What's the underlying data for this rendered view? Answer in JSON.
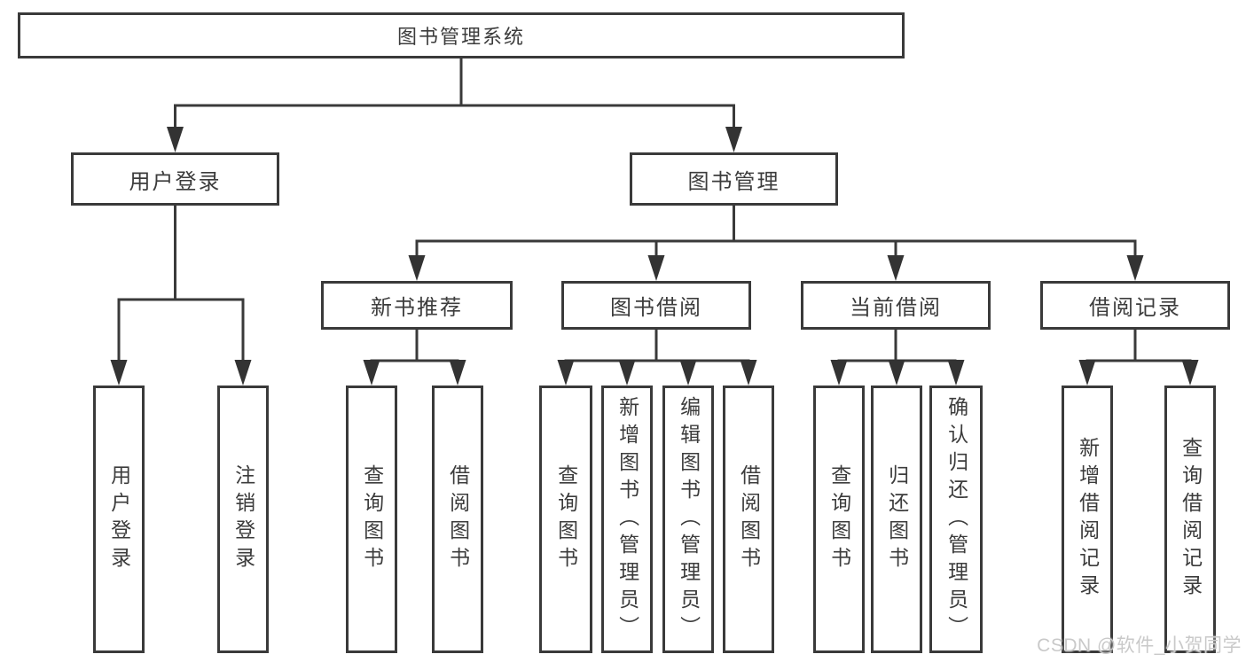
{
  "diagram": {
    "root": "图书管理系统",
    "level2": [
      "用户登录",
      "图书管理"
    ],
    "level3": [
      "新书推荐",
      "图书借阅",
      "当前借阅",
      "借阅记录"
    ],
    "leaves": [
      "用户登录",
      "注销登录",
      "查询图书",
      "借阅图书",
      "查询图书",
      "新增图书（管理员）",
      "编辑图书（管理员）",
      "借阅图书",
      "查询图书",
      "归还图书",
      "确认归还（管理员）",
      "新增借阅记录",
      "查询借阅记录"
    ],
    "tree": {
      "图书管理系统": {
        "用户登录": [
          "用户登录",
          "注销登录"
        ],
        "图书管理": {
          "新书推荐": [
            "查询图书",
            "借阅图书"
          ],
          "图书借阅": [
            "查询图书",
            "新增图书（管理员）",
            "编辑图书（管理员）",
            "借阅图书"
          ],
          "当前借阅": [
            "查询图书",
            "归还图书",
            "确认归还（管理员）"
          ],
          "借阅记录": [
            "新增借阅记录",
            "查询借阅记录"
          ]
        }
      }
    },
    "colors": {
      "line": "#3a3a3a",
      "text": "#3c3c3c",
      "background": "#ffffff",
      "watermark": "#c9c9c9"
    }
  },
  "watermark": {
    "text": "CSDN @软件_小贺同学"
  }
}
